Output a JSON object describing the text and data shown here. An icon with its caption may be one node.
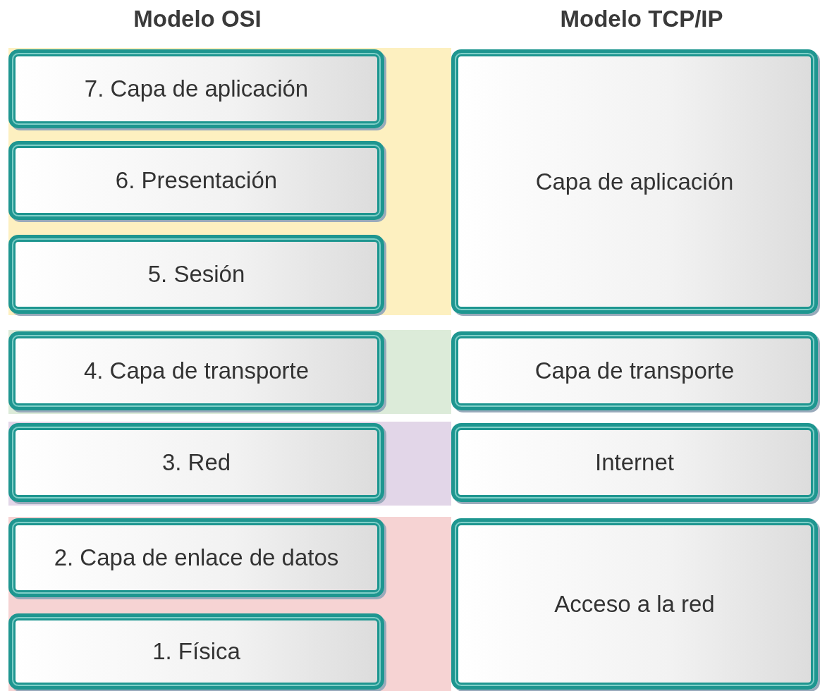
{
  "diagram": {
    "nodes": [
      {
        "text": [
          "7. Capa de aplicación"
        ]
      },
      {
        "text": [
          "6. Presentación"
        ]
      },
      {
        "text": [
          "5. Sesión"
        ]
      },
      {
        "text": [
          "4. Capa de transporte"
        ]
      },
      {
        "text": [
          "3. Red"
        ]
      },
      {
        "text": [
          "2. Capa de enlace de datos"
        ]
      },
      {
        "text": [
          "1. Física"
        ]
      },
      {
        "text": [
          "Capa de aplicación"
        ]
      },
      {
        "text": [
          "Capa de transporte"
        ]
      },
      {
        "text": [
          "Internet"
        ]
      },
      {
        "text": [
          "Acceso a la red"
        ]
      }
    ],
    "labels": [
      "Modelo OSI",
      "Modelo TCP/IP"
    ]
  }
}
